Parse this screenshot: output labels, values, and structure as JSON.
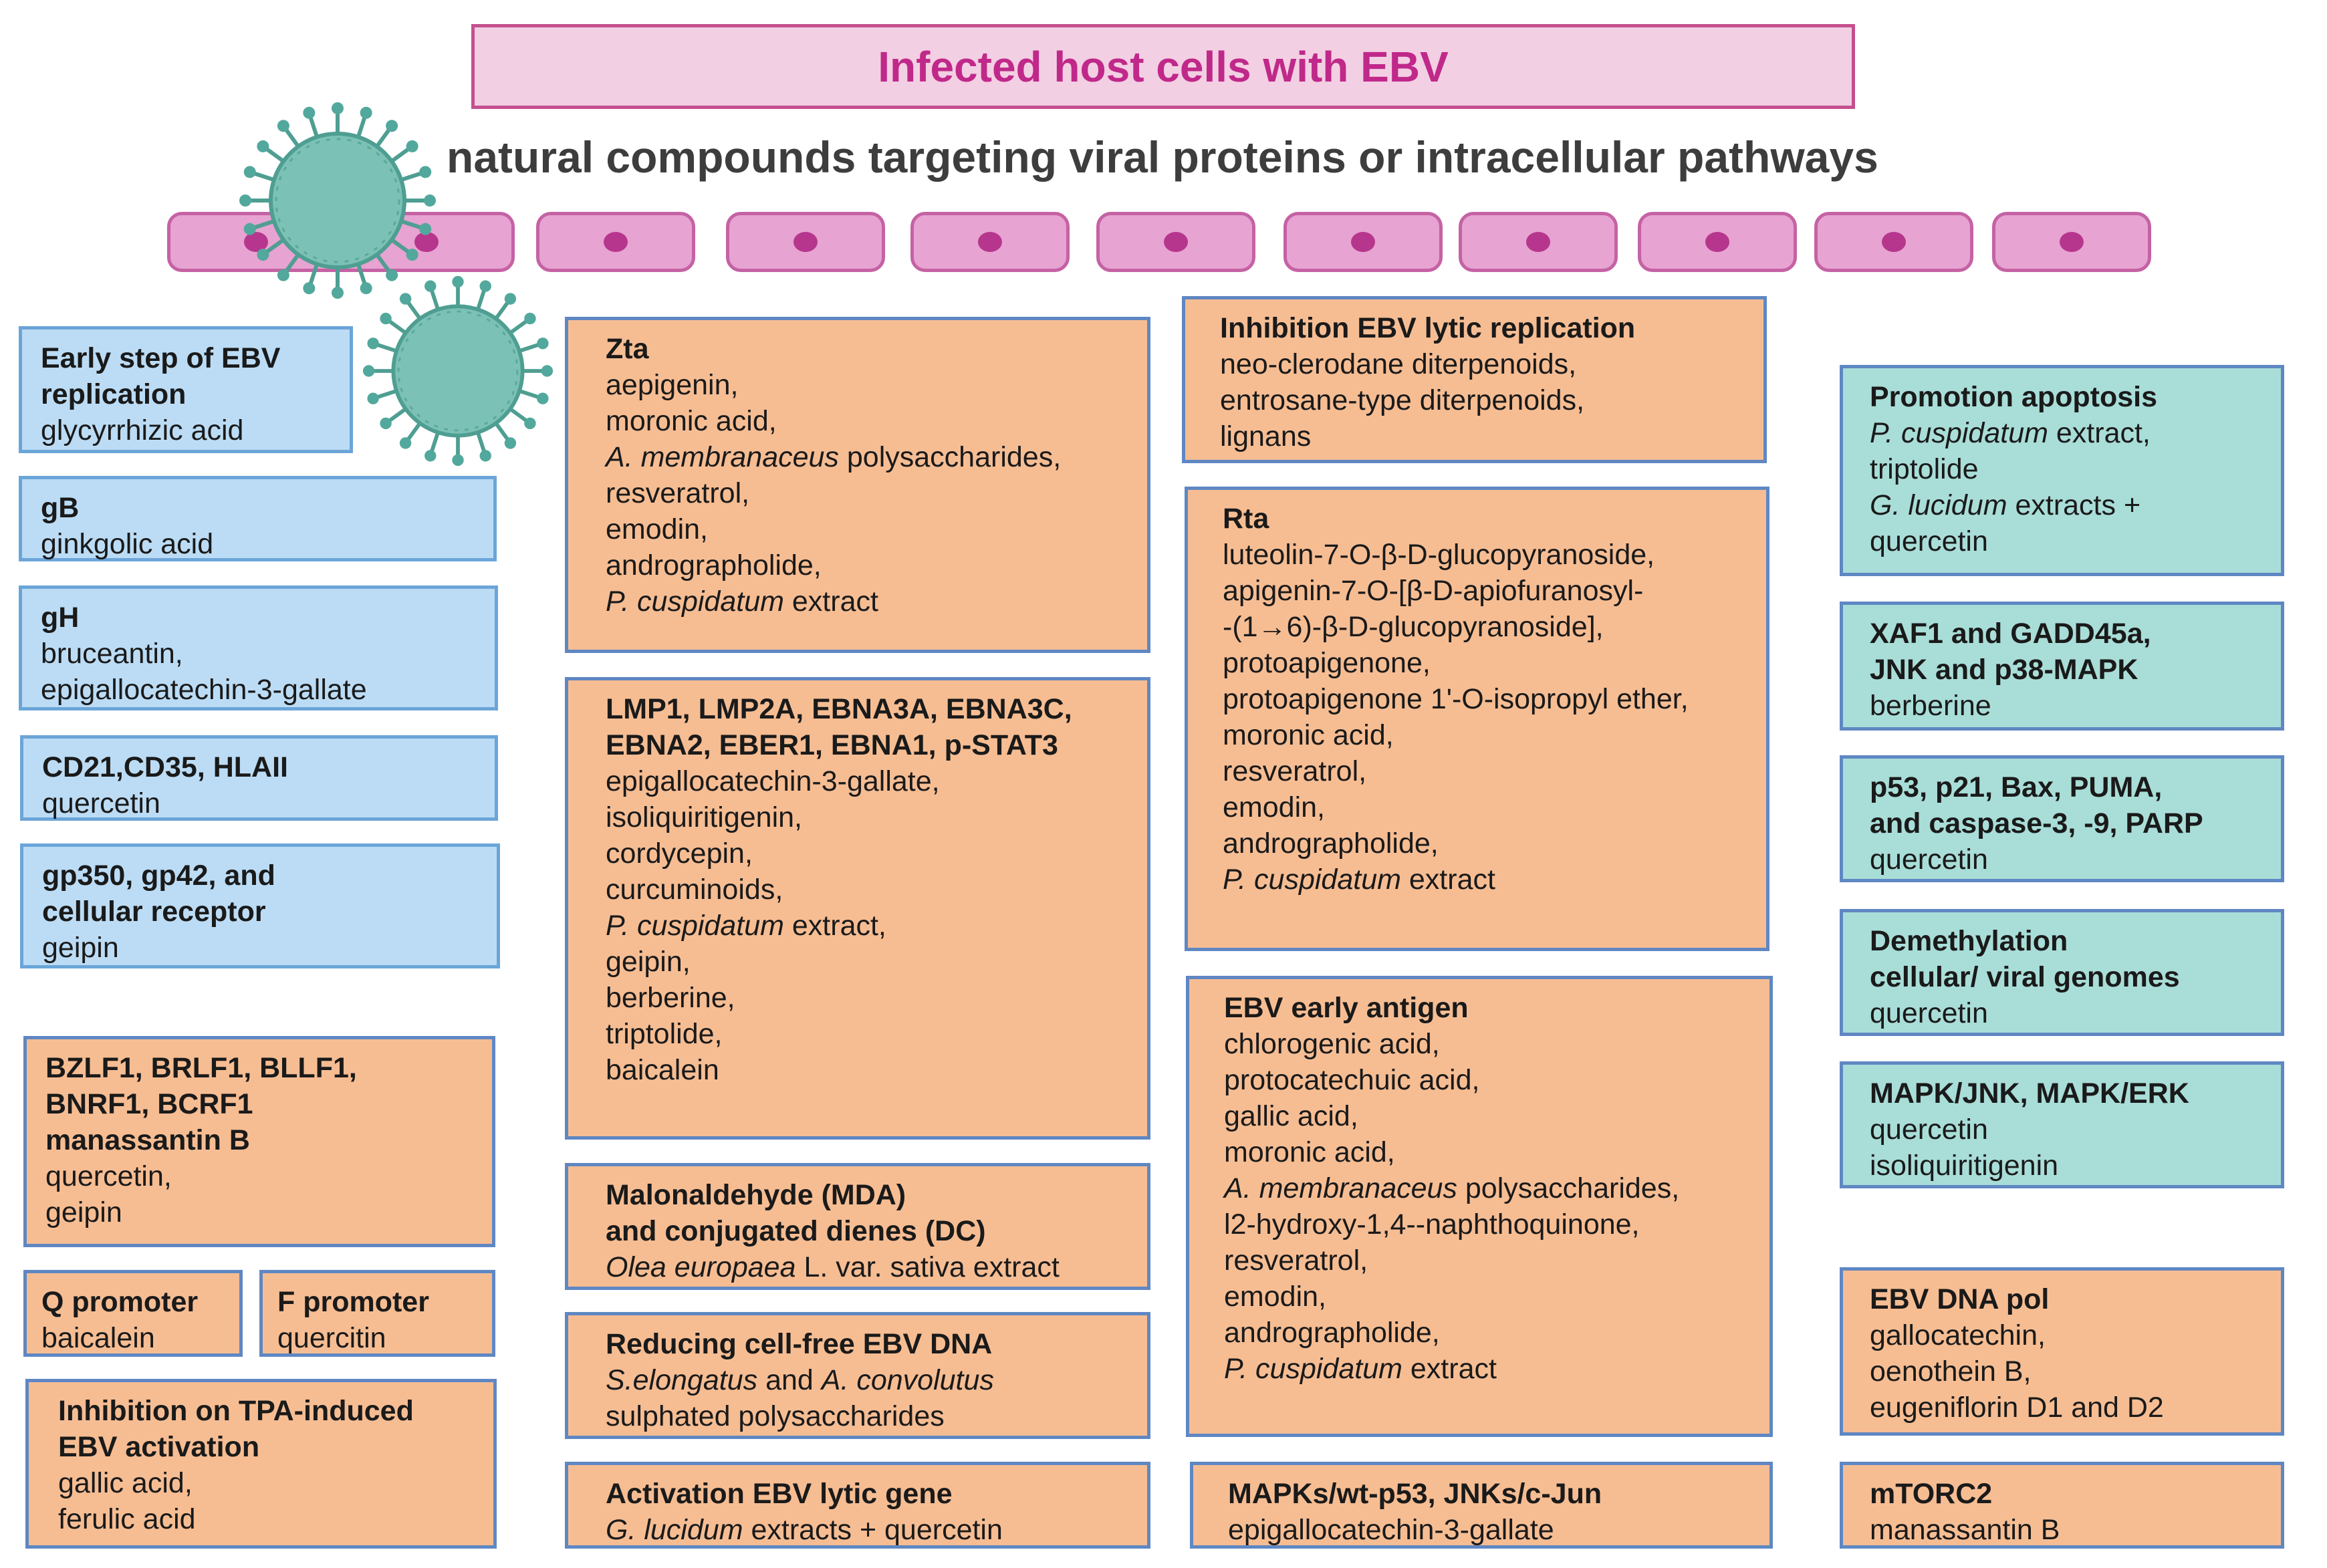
{
  "title": "Infected host cells with EBV",
  "subtitle": "natural compounds targeting viral proteins or intracellular pathways",
  "colors": {
    "blue_box": "#bcdcf5",
    "orange_box": "#f6bd93",
    "teal_box": "#a9ddd8",
    "title_text": "#c0288a",
    "cell": "#e7a3d1",
    "virus": "#52a89c"
  },
  "icons": [
    "virus-icon",
    "host-cell-icon"
  ],
  "boxes": {
    "early_step": {
      "heading": "Early step of EBV\nreplication",
      "lines": [
        [
          "glycyrrhizic acid"
        ]
      ]
    },
    "gb": {
      "heading": "gB",
      "lines": [
        [
          "ginkgolic acid"
        ]
      ]
    },
    "gh": {
      "heading": "gH",
      "lines": [
        [
          "bruceantin,"
        ],
        [
          "epigallocatechin-3-gallate"
        ]
      ]
    },
    "cd21": {
      "heading": "CD21,CD35, HLAII",
      "lines": [
        [
          "quercetin"
        ]
      ]
    },
    "gp350": {
      "heading": "gp350, gp42, and\ncellular receptor",
      "lines": [
        [
          "geipin"
        ]
      ]
    },
    "bzlf1": {
      "heading": "BZLF1, BRLF1,  BLLF1,\nBNRF1, BCRF1\nmanassantin B",
      "lines": [
        [
          "quercetin,"
        ],
        [
          "geipin"
        ]
      ]
    },
    "q_promoter": {
      "heading": "Q promoter",
      "lines": [
        [
          "baicalein"
        ]
      ]
    },
    "f_promoter": {
      "heading": "F promoter",
      "lines": [
        [
          "quercitin"
        ]
      ]
    },
    "tpa": {
      "heading": "Inhibition on TPA-induced\nEBV activation",
      "lines": [
        [
          "gallic acid,"
        ],
        [
          "ferulic acid"
        ]
      ]
    },
    "zta": {
      "heading": "Zta",
      "lines": [
        [
          "aepigenin,"
        ],
        [
          "moronic acid,"
        ],
        [
          "A. membranaceus",
          " polysaccharides,"
        ],
        [
          "resveratrol,"
        ],
        [
          "emodin,"
        ],
        [
          "andrographolide,"
        ],
        [
          "P. cuspidatum",
          " extract"
        ]
      ]
    },
    "lmp1": {
      "heading": "LMP1, LMP2A, EBNA3A, EBNA3C,\nEBNA2, EBER1,  EBNA1, p-STAT3",
      "lines": [
        [
          "epigallocatechin-3-gallate,"
        ],
        [
          "isoliquiritigenin,"
        ],
        [
          "cordycepin,"
        ],
        [
          "curcuminoids,"
        ],
        [
          "P. cuspidatum",
          " extract,"
        ],
        [
          "geipin,"
        ],
        [
          "berberine,"
        ],
        [
          "triptolide,"
        ],
        [
          "baicalein"
        ]
      ]
    },
    "mda": {
      "heading": "Malonaldehyde (MDA)\nand conjugated dienes (DC)",
      "lines": [
        [
          "Olea europaea",
          " L. var. sativa extract"
        ]
      ]
    },
    "cell_free": {
      "heading": "Reducing cell-free EBV DNA",
      "lines": [
        [
          "S.elongatus",
          " and ",
          "A. convolutus"
        ],
        [
          "sulphated polysaccharides"
        ]
      ]
    },
    "activation": {
      "heading": "Activation EBV lytic gene",
      "lines": [
        [
          "G. lucidum",
          " extracts + quercetin"
        ]
      ]
    },
    "inhibition_lytic": {
      "heading": "Inhibition EBV lytic replication",
      "lines": [
        [
          "neo-clerodane diterpenoids,"
        ],
        [
          "entrosane-type diterpenoids,"
        ],
        [
          "lignans"
        ]
      ]
    },
    "rta": {
      "heading": "Rta",
      "lines": [
        [
          "luteolin-7-O-β-D-glucopyranoside,"
        ],
        [
          "apigenin-7-O-[β-D-apiofuranosyl-"
        ],
        [
          "-(1→6)-β-D-glucopyranoside],"
        ],
        [
          "protoapigenone,"
        ],
        [
          "protoapigenone 1'-O-isopropyl ether,"
        ],
        [
          "moronic acid,"
        ],
        [
          "resveratrol,"
        ],
        [
          "emodin,"
        ],
        [
          "andrographolide,"
        ],
        [
          "P. cuspidatum",
          " extract"
        ]
      ]
    },
    "early_antigen": {
      "heading": "EBV early antigen",
      "lines": [
        [
          "chlorogenic acid,"
        ],
        [
          "protocatechuic acid,"
        ],
        [
          "gallic acid,"
        ],
        [
          "moronic acid,"
        ],
        [
          "A. membranaceus",
          " polysaccharides,"
        ],
        [
          "l2-hydroxy-1,4--naphthoquinone,"
        ],
        [
          "resveratrol,"
        ],
        [
          "emodin,"
        ],
        [
          "andrographolide,"
        ],
        [
          "P. cuspidatum",
          " extract"
        ]
      ]
    },
    "mapks": {
      "heading": "MAPKs/wt-p53, JNKs/c-Jun",
      "lines": [
        [
          "epigallocatechin-3-gallate"
        ]
      ]
    },
    "apoptosis": {
      "heading": "Promotion apoptosis",
      "lines": [
        [
          "P. cuspidatum",
          " extract,"
        ],
        [
          "triptolide"
        ],
        [
          "G. lucidum",
          " extracts +"
        ],
        [
          "quercetin"
        ]
      ]
    },
    "xaf1": {
      "heading": "XAF1 and GADD45a,\nJNK and p38-MAPK",
      "lines": [
        [
          "berberine"
        ]
      ]
    },
    "p53": {
      "heading": "p53, p21, Bax, PUMA,\nand caspase-3, -9, PARP",
      "lines": [
        [
          "quercetin"
        ]
      ]
    },
    "demethylation": {
      "heading": "Demethylation\ncellular/ viral genomes",
      "lines": [
        [
          "quercetin"
        ]
      ]
    },
    "mapk_jnk": {
      "heading": "MAPK/JNK, MAPK/ERK",
      "lines": [
        [
          "quercetin"
        ],
        [
          "isoliquiritigenin"
        ]
      ]
    },
    "dna_pol": {
      "heading": "EBV DNA pol",
      "lines": [
        [
          "gallocatechin,"
        ],
        [
          "oenothein B,"
        ],
        [
          "eugeniflorin D1 and D2"
        ]
      ]
    },
    "mtorc2": {
      "heading": "mTORC2",
      "lines": [
        [
          "manassantin B"
        ]
      ]
    }
  }
}
